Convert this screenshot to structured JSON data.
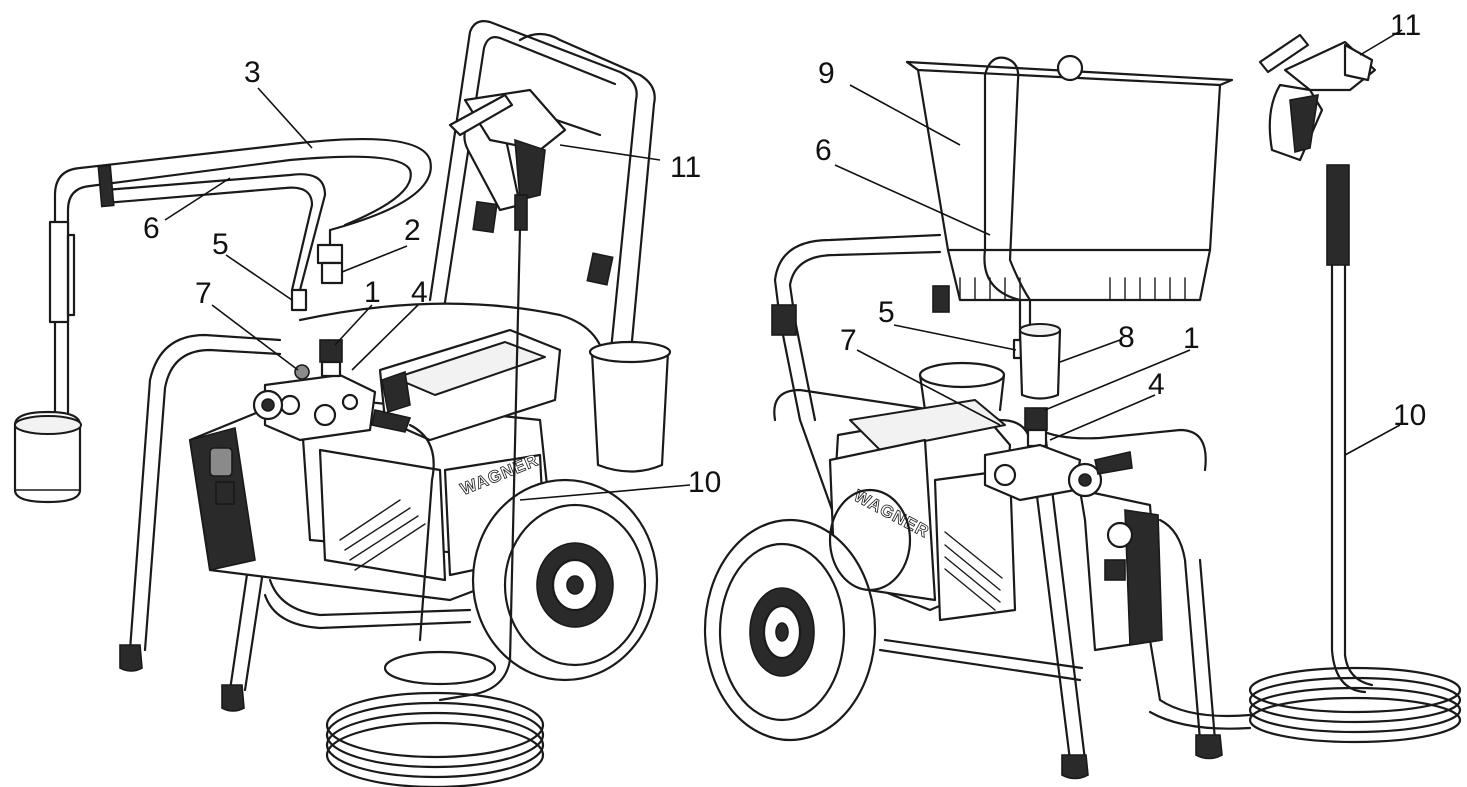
{
  "brand_text": "WAGNER",
  "left_view": {
    "callouts": [
      {
        "id": "3",
        "label": "3"
      },
      {
        "id": "6",
        "label": "6"
      },
      {
        "id": "5",
        "label": "5"
      },
      {
        "id": "2",
        "label": "2"
      },
      {
        "id": "7",
        "label": "7"
      },
      {
        "id": "1",
        "label": "1"
      },
      {
        "id": "4",
        "label": "4"
      },
      {
        "id": "11",
        "label": "11"
      },
      {
        "id": "10",
        "label": "10"
      }
    ]
  },
  "right_view": {
    "callouts": [
      {
        "id": "9",
        "label": "9"
      },
      {
        "id": "6",
        "label": "6"
      },
      {
        "id": "5",
        "label": "5"
      },
      {
        "id": "7",
        "label": "7"
      },
      {
        "id": "8",
        "label": "8"
      },
      {
        "id": "1",
        "label": "1"
      },
      {
        "id": "4",
        "label": "4"
      },
      {
        "id": "10",
        "label": "10"
      },
      {
        "id": "11",
        "label": "11"
      }
    ]
  }
}
